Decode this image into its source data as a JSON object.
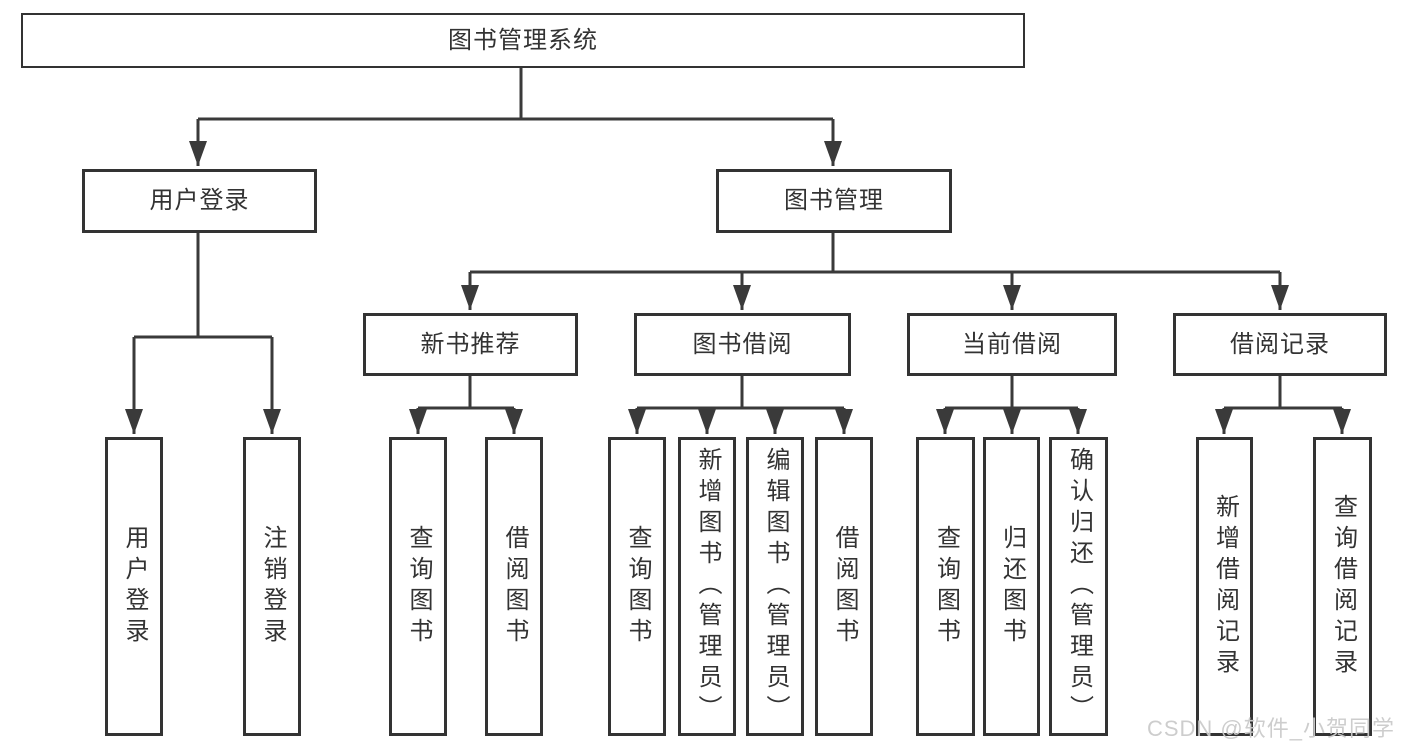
{
  "diagram": {
    "root": "图书管理系统",
    "level2": [
      {
        "label": "用户登录",
        "children": [
          "用户登录",
          "注销登录"
        ]
      },
      {
        "label": "图书管理"
      }
    ],
    "level3": [
      {
        "label": "新书推荐",
        "children": [
          "查询图书",
          "借阅图书"
        ]
      },
      {
        "label": "图书借阅",
        "children": [
          "查询图书",
          "新增图书（管理员）",
          "编辑图书（管理员）",
          "借阅图书"
        ]
      },
      {
        "label": "当前借阅",
        "children": [
          "查询图书",
          "归还图书",
          "确认归还（管理员）"
        ]
      },
      {
        "label": "借阅记录",
        "children": [
          "新增借阅记录",
          "查询借阅记录"
        ]
      }
    ]
  },
  "watermark": "CSDN @软件_小贺同学",
  "colors": {
    "line": "#3a3a3a",
    "box_border": "#333333",
    "text": "#333333",
    "watermark": "#cbcbcb",
    "background": "#ffffff"
  }
}
